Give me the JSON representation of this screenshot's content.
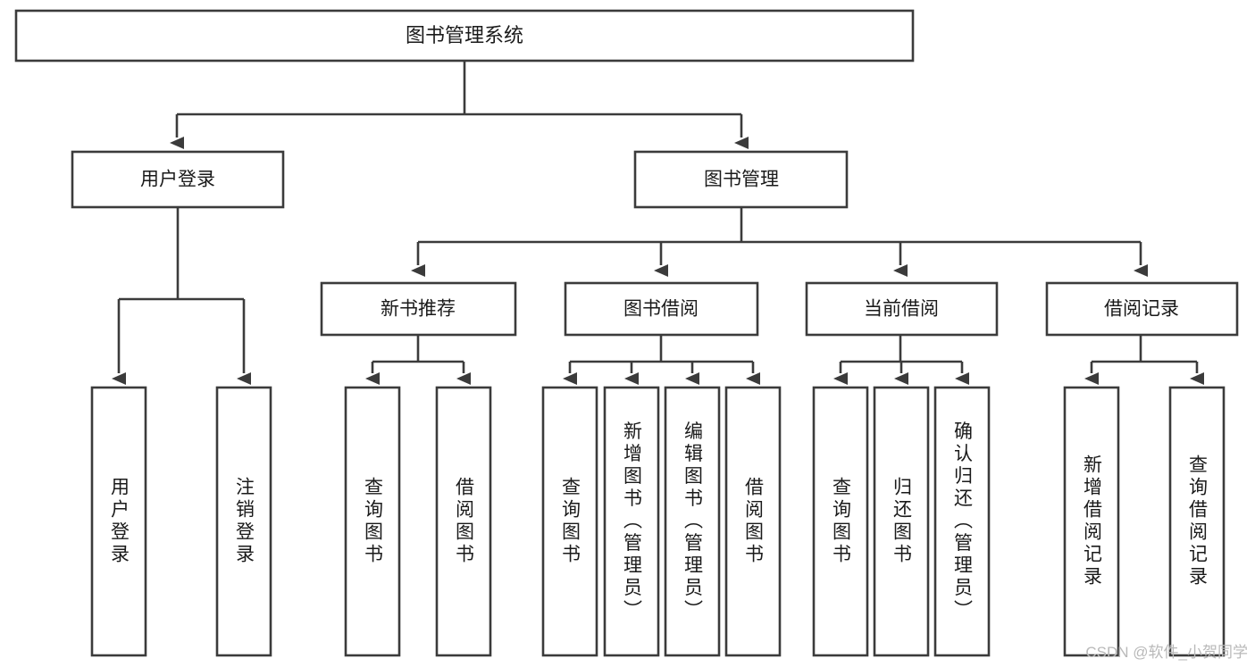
{
  "diagram": {
    "type": "tree-hierarchy-chart",
    "title": "图书管理系统",
    "colors": {
      "background": "#ffffff",
      "node_fill": "#ffffff",
      "node_stroke": "#3b3b3b",
      "text": "#1a1a1a",
      "watermark": "#b9b9b9"
    },
    "levels": {
      "root": {
        "label": "图书管理系统"
      },
      "level2": [
        {
          "label": "用户登录"
        },
        {
          "label": "图书管理"
        }
      ],
      "level3": [
        {
          "label": "新书推荐"
        },
        {
          "label": "图书借阅"
        },
        {
          "label": "当前借阅"
        },
        {
          "label": "借阅记录"
        }
      ],
      "leaves": {
        "user_login": [
          {
            "label": "用户登录"
          },
          {
            "label": "注销登录"
          }
        ],
        "new_book_recommend": [
          {
            "label": "查询图书"
          },
          {
            "label": "借阅图书"
          }
        ],
        "book_borrow": [
          {
            "label": "查询图书"
          },
          {
            "label": "新增图书（管理员）"
          },
          {
            "label": "编辑图书（管理员）"
          },
          {
            "label": "借阅图书"
          }
        ],
        "current_borrow": [
          {
            "label": "查询图书"
          },
          {
            "label": "归还图书"
          },
          {
            "label": "确认归还（管理员）"
          }
        ],
        "borrow_record": [
          {
            "label": "新增借阅记录"
          },
          {
            "label": "查询借阅记录"
          }
        ]
      }
    },
    "watermark": "CSDN @软件_小贺同学"
  }
}
